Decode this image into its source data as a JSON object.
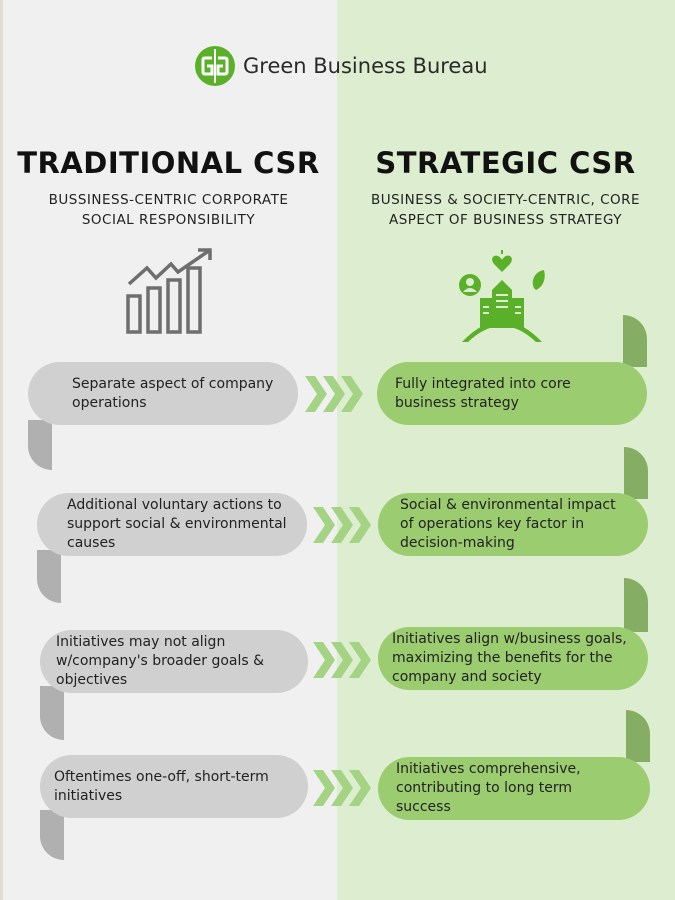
{
  "brand": {
    "name": "Green Business Bureau",
    "color": "#5bb02a"
  },
  "traditional": {
    "title": "TRADITIONAL CSR",
    "subtitle_line1": "BUSSINESS-CENTRIC CORPORATE",
    "subtitle_line2": "SOCIAL RESPONSIBILITY",
    "icon": "bar-chart-growth-icon"
  },
  "strategic": {
    "title": "STRATEGIC CSR",
    "subtitle_line1": "BUSINESS & SOCIETY-CENTRIC, CORE",
    "subtitle_line2": "ASPECT OF BUSINESS STRATEGY",
    "icon": "green-city-globe-icon"
  },
  "rows": [
    {
      "traditional": "Separate aspect of company operations",
      "strategic": "Fully integrated into core business strategy"
    },
    {
      "traditional": "Additional voluntary actions to support social & environmental causes",
      "strategic": "Social & environmental impact of operations key factor in decision-making"
    },
    {
      "traditional": "Initiatives may not align w/company's broader goals & objectives",
      "strategic": "Initiatives align w/business goals, maximizing the benefits for the company and society"
    },
    {
      "traditional": "Oftentimes one-off, short-term initiatives",
      "strategic": "Initiatives comprehensive, contributing to long term success"
    }
  ],
  "colors": {
    "left_bg": "#f0f0f0",
    "right_bg": "#ddedd0",
    "left_pill": "#d0d0d0",
    "right_pill": "#9ccc70",
    "arrow": "#a5d384"
  }
}
